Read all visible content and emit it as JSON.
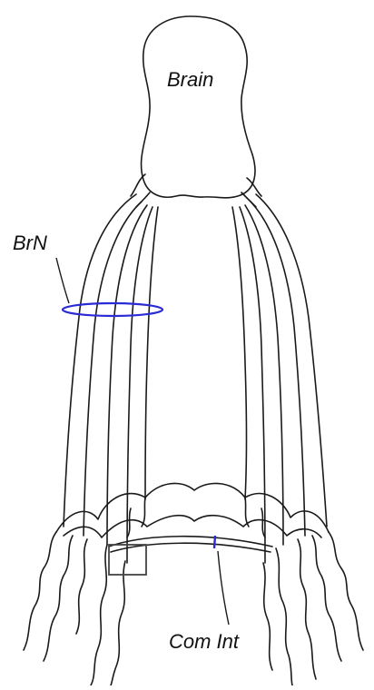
{
  "labels": {
    "brain": "Brain",
    "brachial_nerve": "BrN",
    "commissure": "Com Int"
  },
  "colors": {
    "line": "#1a1a1a",
    "highlight": "#2a2ad6",
    "inset_box": "#444444"
  }
}
